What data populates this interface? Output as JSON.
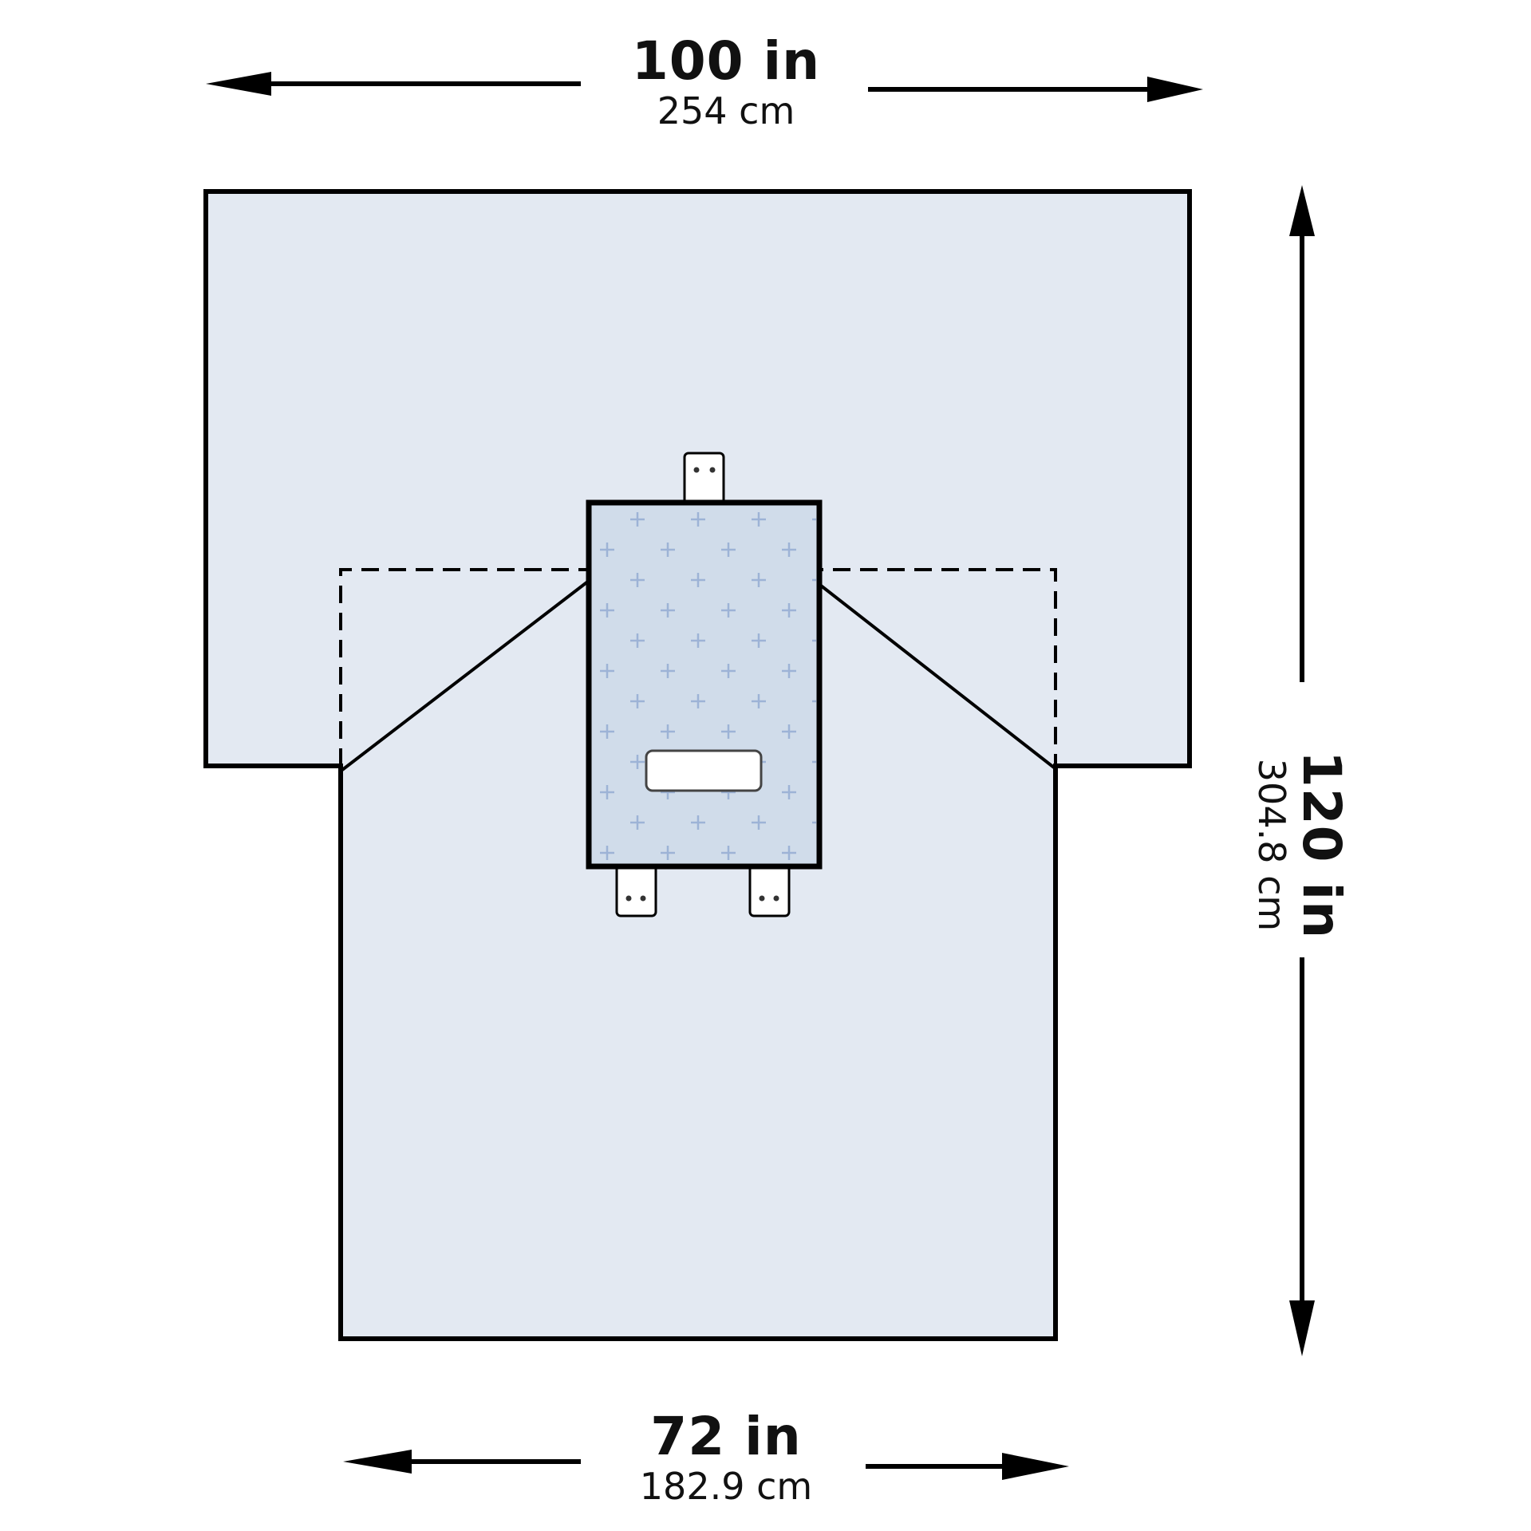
{
  "diagram": {
    "title": "Surgical drape dimensions",
    "colors": {
      "drape_fill": "#e3e9f2",
      "panel_fill": "#d0dcea",
      "cross_color": "#9db3d6",
      "outline": "#000000",
      "window_fill": "#ffffff"
    },
    "dimensions": {
      "top_width": {
        "imperial": "100 in",
        "metric": "254 cm"
      },
      "bottom_width": {
        "imperial": "72 in",
        "metric": "182.9 cm"
      },
      "height": {
        "imperial": "120 in",
        "metric": "304.8 cm"
      }
    },
    "parts": [
      {
        "name": "upper-drape-section",
        "width_in": 100
      },
      {
        "name": "lower-drape-section",
        "width_in": 72
      },
      {
        "name": "reinforced-center-panel"
      },
      {
        "name": "fenestration-window"
      },
      {
        "name": "tube-holder-tabs",
        "count": 3
      },
      {
        "name": "fold-lines-dashed"
      }
    ]
  }
}
